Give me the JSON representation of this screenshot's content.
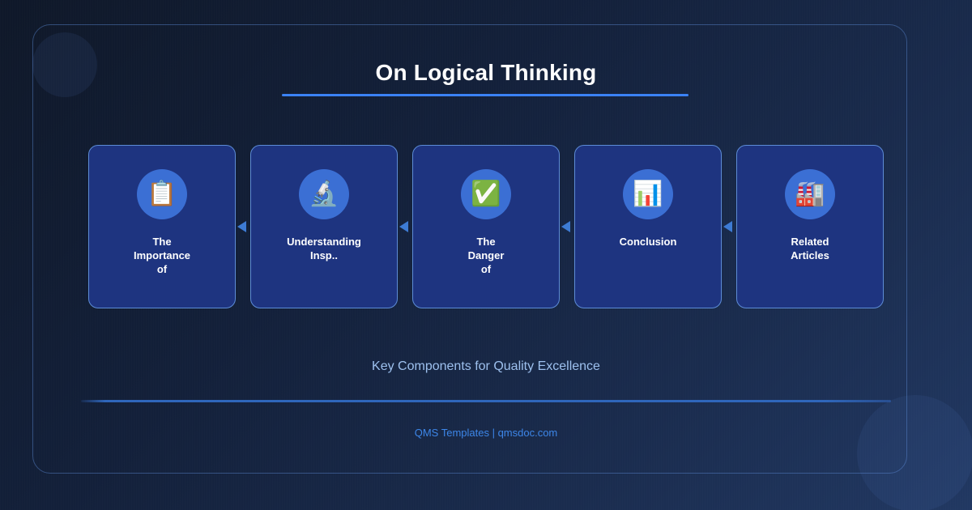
{
  "header": {
    "title": "On Logical Thinking"
  },
  "flow": {
    "steps": [
      {
        "icon": "clipboard-icon",
        "glyph": "📋",
        "label": "The\nImportance\nof"
      },
      {
        "icon": "microscope-icon",
        "glyph": "🔬",
        "label": "Understanding\nInsp.."
      },
      {
        "icon": "check-mark-icon",
        "glyph": "✅",
        "label": "The\nDanger\nof"
      },
      {
        "icon": "bar-chart-icon",
        "glyph": "📊",
        "label": "Conclusion"
      },
      {
        "icon": "factory-icon",
        "glyph": "🏭",
        "label": "Related\nArticles"
      }
    ],
    "connector_glyph": "◄"
  },
  "subtitle": "Key Components for Quality Excellence",
  "footer": {
    "text": "QMS Templates | qmsdoc.com"
  },
  "colors": {
    "background_start": "#0f1829",
    "background_end": "#213862",
    "card_fill": "#1e3480",
    "card_border": "#5d8cd6",
    "icon_circle": "#3b6fd4",
    "accent_blue": "#3b82f6",
    "connector_blue": "#3d7bd4",
    "title_text": "#ffffff",
    "subtitle_text": "#9dc0ee",
    "footer_text": "#3d86e8"
  }
}
